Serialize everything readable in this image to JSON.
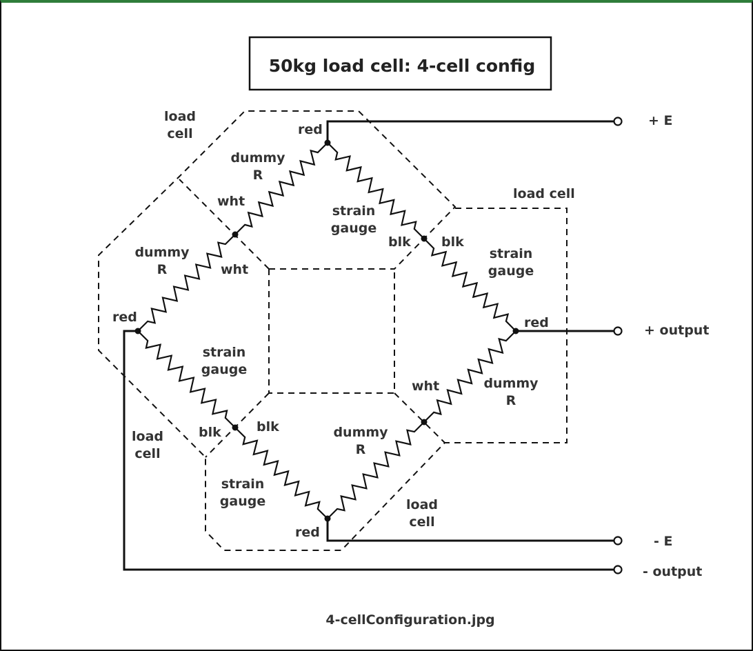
{
  "title": "50kg load cell: 4-cell config",
  "caption": "4-cellConfiguration.jpg",
  "terminals": {
    "plus_e": "+ E",
    "plus_output": "+ output",
    "minus_e": "- E",
    "minus_output": "- output"
  },
  "load_cells": {
    "left": "load\ncell",
    "right": "load cell",
    "bottom_left": "load\ncell",
    "bottom_right": "load\ncell"
  },
  "resistors": {
    "top_left": "dummy\nR",
    "top_right": "strain\ngauge",
    "right_top": "strain\ngauge",
    "right_bottom": "dummy\nR",
    "left_top": "dummy\nR",
    "left_bottom": "strain\ngauge",
    "bottom_left": "strain\ngauge",
    "bottom_right": "dummy\nR"
  },
  "wire_labels": {
    "red_top": "red",
    "red_left": "red",
    "red_right": "red",
    "red_bottom": "red",
    "wht_upper": "wht",
    "wht_lower": "wht",
    "wht_right": "wht",
    "blk_top_left": "blk",
    "blk_top_right": "blk",
    "blk_bottom_left": "blk",
    "blk_bottom_right": "blk"
  }
}
